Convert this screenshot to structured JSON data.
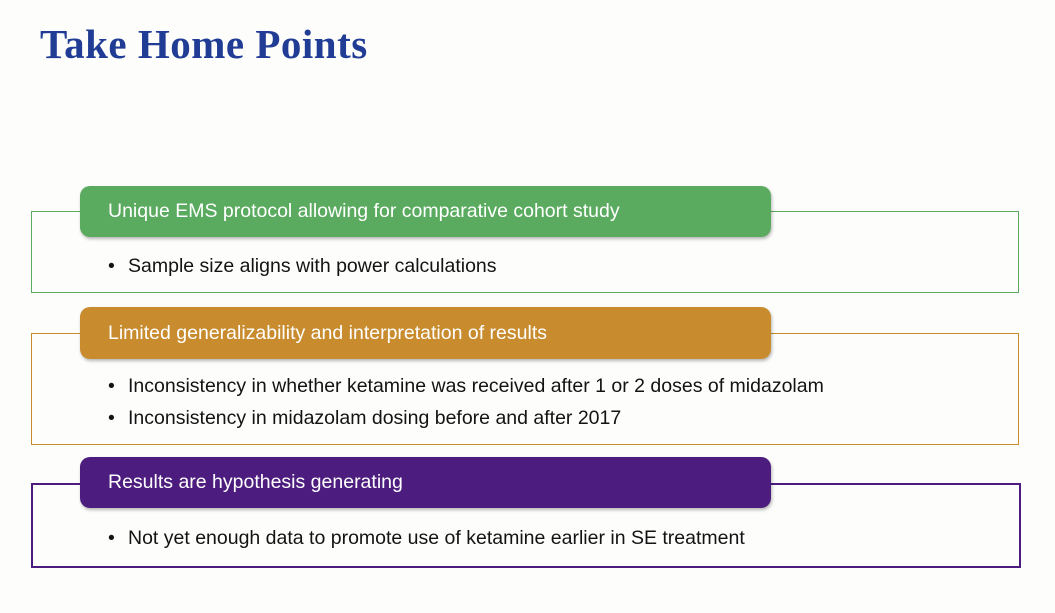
{
  "slide": {
    "title": "Take Home Points",
    "title_color": "#203c94",
    "background_color": "#fdfdfc",
    "text_color": "#131313",
    "sections": [
      {
        "header": "Unique EMS protocol allowing for comparative cohort study",
        "color": "#5aab5f",
        "bullets": [
          "Sample size aligns with power calculations"
        ]
      },
      {
        "header": "Limited generalizability and interpretation of results",
        "color": "#c88c2f",
        "bullets": [
          "Inconsistency in whether ketamine was received after 1 or 2 doses of midazolam",
          "Inconsistency in midazolam dosing before and after 2017"
        ]
      },
      {
        "header": "Results are hypothesis generating",
        "color": "#4c1d7e",
        "bullets": [
          "Not yet enough data to promote use of ketamine earlier in SE treatment"
        ]
      }
    ]
  }
}
